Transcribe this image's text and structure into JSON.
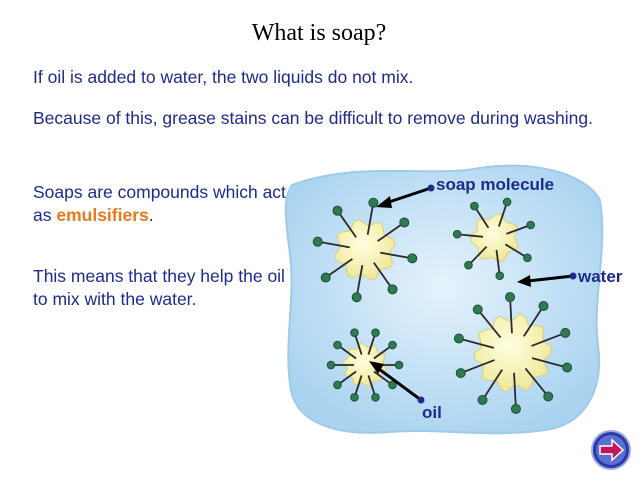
{
  "slide": {
    "title": "What is soap?",
    "para1": "If oil is added to water, the two liquids do not mix.",
    "para2": "Because of this, grease stains can be difficult to remove during washing.",
    "para3_prefix": "Soaps are compounds which act as ",
    "para3_highlight": "emulsifiers",
    "para3_suffix": ".",
    "para4": "This means that they help the oil to mix with the water."
  },
  "diagram": {
    "label_soap_molecule": "soap molecule",
    "label_water": "water",
    "label_oil": "oil"
  },
  "icons": {
    "next": "next-arrow-icon"
  },
  "colors": {
    "text": "#1f2a8c",
    "highlight": "#e8791c",
    "water": "#bfe0f5",
    "oil": "#f6f2b4",
    "molecule_head": "#2f7a55"
  }
}
